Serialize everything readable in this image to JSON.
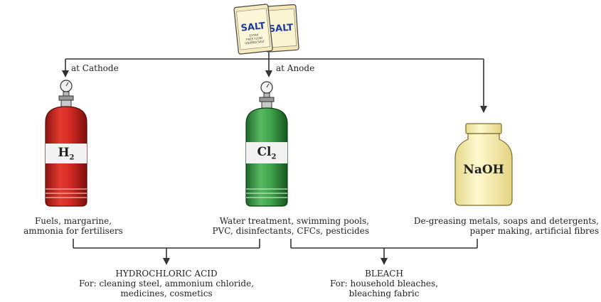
{
  "salt_packet": {
    "brand": "SALT",
    "small_print_1": "EXTRA",
    "small_print_2": "FREE FLOW",
    "small_print_3": "IODISED SALT"
  },
  "labels": {
    "cathode": "at Cathode",
    "anode": "at Anode"
  },
  "products": {
    "h2": {
      "symbol": "H",
      "sub": "2",
      "uses_line1": "Fuels, margarine,",
      "uses_line2": "ammonia for fertilisers"
    },
    "cl2": {
      "symbol": "Cl",
      "sub": "2",
      "uses_line1": "Water treatment, swimming pools,",
      "uses_line2": "PVC, disinfectants, CFCs, pesticides"
    },
    "naoh": {
      "formula": "NaOH",
      "uses_line1": "De-greasing metals, soaps and detergents,",
      "uses_line2": "paper making, artificial fibres"
    }
  },
  "combined": {
    "hcl": {
      "title": "HYDROCHLORIC ACID",
      "line1": "For: cleaning steel, ammonium chloride,",
      "line2": "medicines, cosmetics"
    },
    "bleach": {
      "title": "BLEACH",
      "line1": "For: household bleaches,",
      "line2": "bleaching fabric"
    }
  },
  "colors": {
    "h2_cylinder": "#d42a24",
    "cl2_cylinder": "#3fa34a",
    "naoh_bottle": "#fbf2b8",
    "line": "#333333"
  }
}
